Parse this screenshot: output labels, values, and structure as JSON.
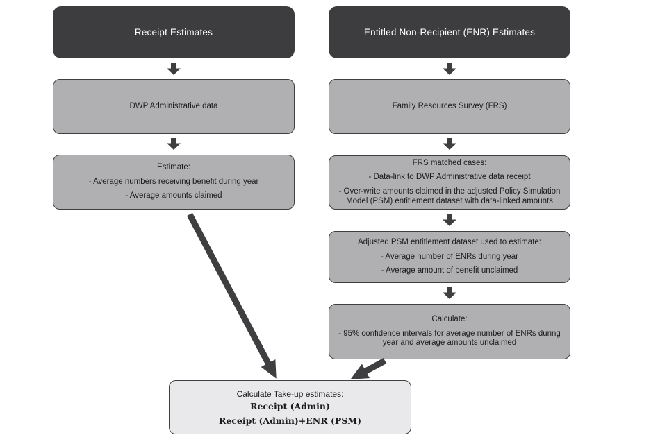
{
  "colors": {
    "dark_box_fill": "#3d3d3f",
    "gray_box_fill": "#b0b0b2",
    "light_box_fill": "#e9e9eb",
    "box_border": "#3f3f41",
    "arrow": "#3f3f41",
    "text_on_dark": "#ffffff",
    "text_on_light": "#1c1c1c",
    "background": "#ffffff"
  },
  "icons": {
    "down_arrow": "fat-down-arrow",
    "flow_arrow_long": "thick-diagonal-arrow-left-to-bottom",
    "flow_arrow_short": "thick-diagonal-arrow-right-to-bottom"
  },
  "left_column": {
    "header": "Receipt Estimates",
    "box2": {
      "line1": "DWP Administrative data"
    },
    "box3": {
      "line1": "Estimate:",
      "line2": "- Average numbers receiving benefit during year",
      "line3": "- Average amounts claimed"
    }
  },
  "right_column": {
    "header": "Entitled Non-Recipient (ENR) Estimates",
    "box2": {
      "line1": "Family Resources Survey (FRS)"
    },
    "box3": {
      "line1": "FRS matched cases:",
      "line2": "- Data-link to DWP Administrative data receipt",
      "line3": "- Over-write amounts claimed in the adjusted Policy Simulation Model (PSM) entitlement dataset with data-linked amounts"
    },
    "box4": {
      "line1": "Adjusted PSM entitlement dataset used to estimate:",
      "line2": "- Average number of ENRs during year",
      "line3": "- Average amount of benefit unclaimed"
    },
    "box5": {
      "line1": "Calculate:",
      "line2": "- 95% confidence intervals for average number of ENRs during year and average amounts unclaimed"
    }
  },
  "bottom_box": {
    "title": "Calculate Take-up estimates:",
    "fraction_numerator": "Receipt (Admin)",
    "fraction_denominator": "Receipt (Admin)+ENR (PSM)"
  }
}
